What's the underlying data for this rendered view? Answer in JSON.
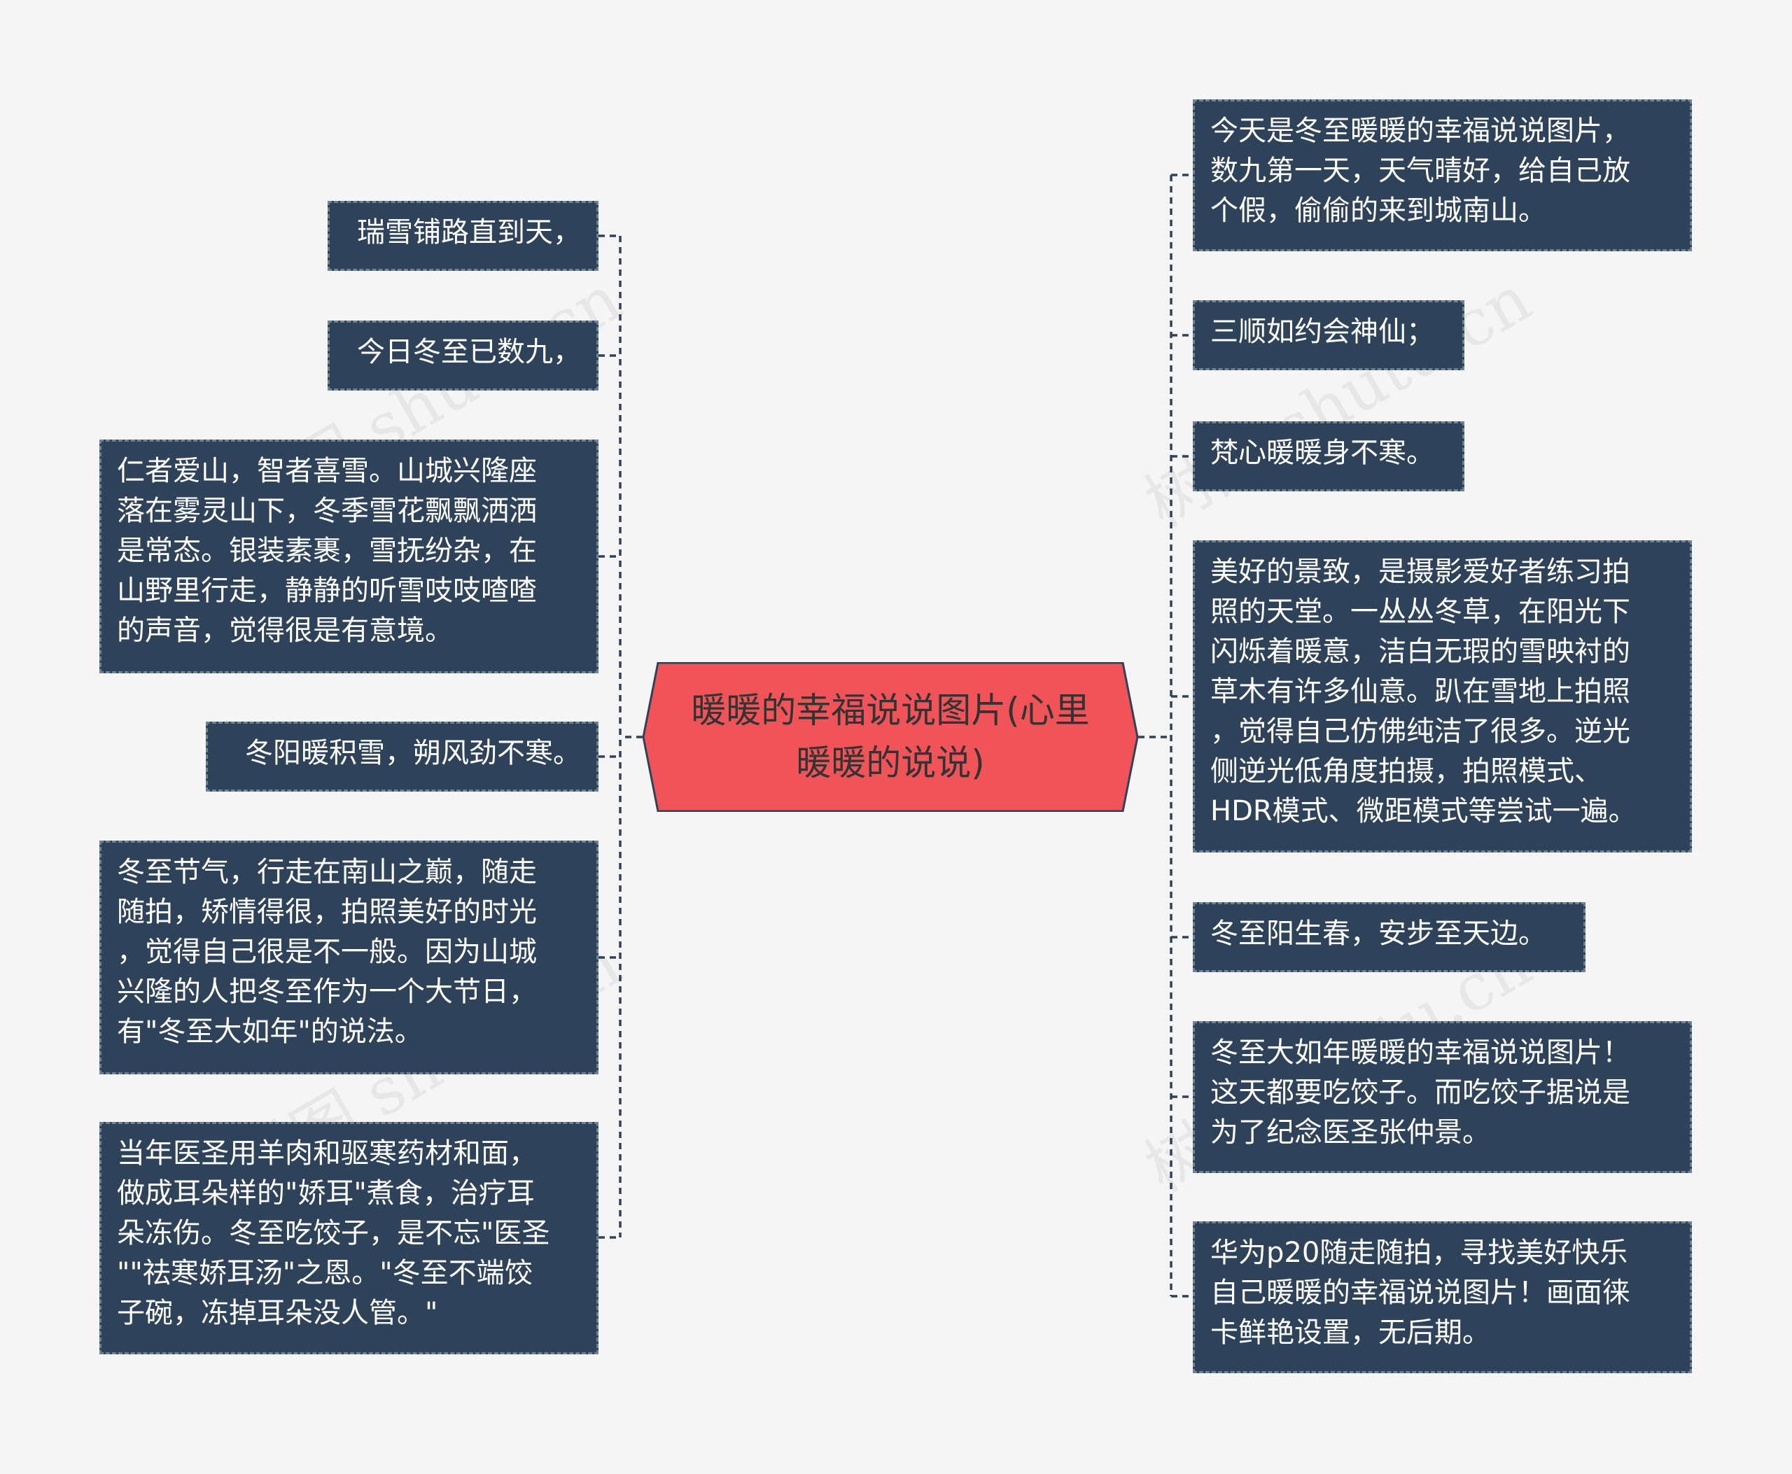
{
  "center": {
    "title": "暖暖的幸福说说图片(心里\n暖暖的说说)"
  },
  "left_nodes": [
    "瑞雪铺路直到天，",
    "今日冬至已数九，",
    "仁者爱山，智者喜雪。山城兴隆座\n落在雾灵山下，冬季雪花飘飘洒洒\n是常态。银装素裹，雪抚纷杂，在\n山野里行走，静静的听雪吱吱喳喳\n的声音，觉得很是有意境。",
    "冬阳暖积雪，朔风劲不寒。",
    "冬至节气，行走在南山之巅，随走\n随拍，矫情得很，拍照美好的时光\n，觉得自己很是不一般。因为山城\n兴隆的人把冬至作为一个大节日，\n有\"冬至大如年\"的说法。",
    "当年医圣用羊肉和驱寒药材和面，\n做成耳朵样的\"娇耳\"煮食，治疗耳\n朵冻伤。冬至吃饺子，是不忘\"医圣\n\"\"祛寒娇耳汤\"之恩。\"冬至不端饺\n子碗，冻掉耳朵没人管。\""
  ],
  "right_nodes": [
    "今天是冬至暖暖的幸福说说图片，\n数九第一天，天气晴好，给自己放\n个假，偷偷的来到城南山。",
    "三顺如约会神仙；",
    "梵心暖暖身不寒。",
    "美好的景致，是摄影爱好者练习拍\n照的天堂。一丛丛冬草，在阳光下\n闪烁着暖意，洁白无瑕的雪映衬的\n草木有许多仙意。趴在雪地上拍照\n，觉得自己仿佛纯洁了很多。逆光\n侧逆光低角度拍摄，拍照模式、\nHDR模式、微距模式等尝试一遍。",
    "冬至阳生春，安步至天边。",
    "冬至大如年暖暖的幸福说说图片！\n这天都要吃饺子。而吃饺子据说是\n为了纪念医圣张仲景。",
    "华为p20随走随拍，寻找美好快乐\n自己暖暖的幸福说说图片！画面徕\n卡鲜艳设置，无后期。"
  ],
  "watermark": "树图 shutu.cn",
  "colors": {
    "node_fill": "#2e4259",
    "node_border": "#6f8197",
    "center_fill": "#f05459",
    "center_stroke": "#2e4259",
    "connector": "#2e4259",
    "background": "#f5f5f5"
  }
}
